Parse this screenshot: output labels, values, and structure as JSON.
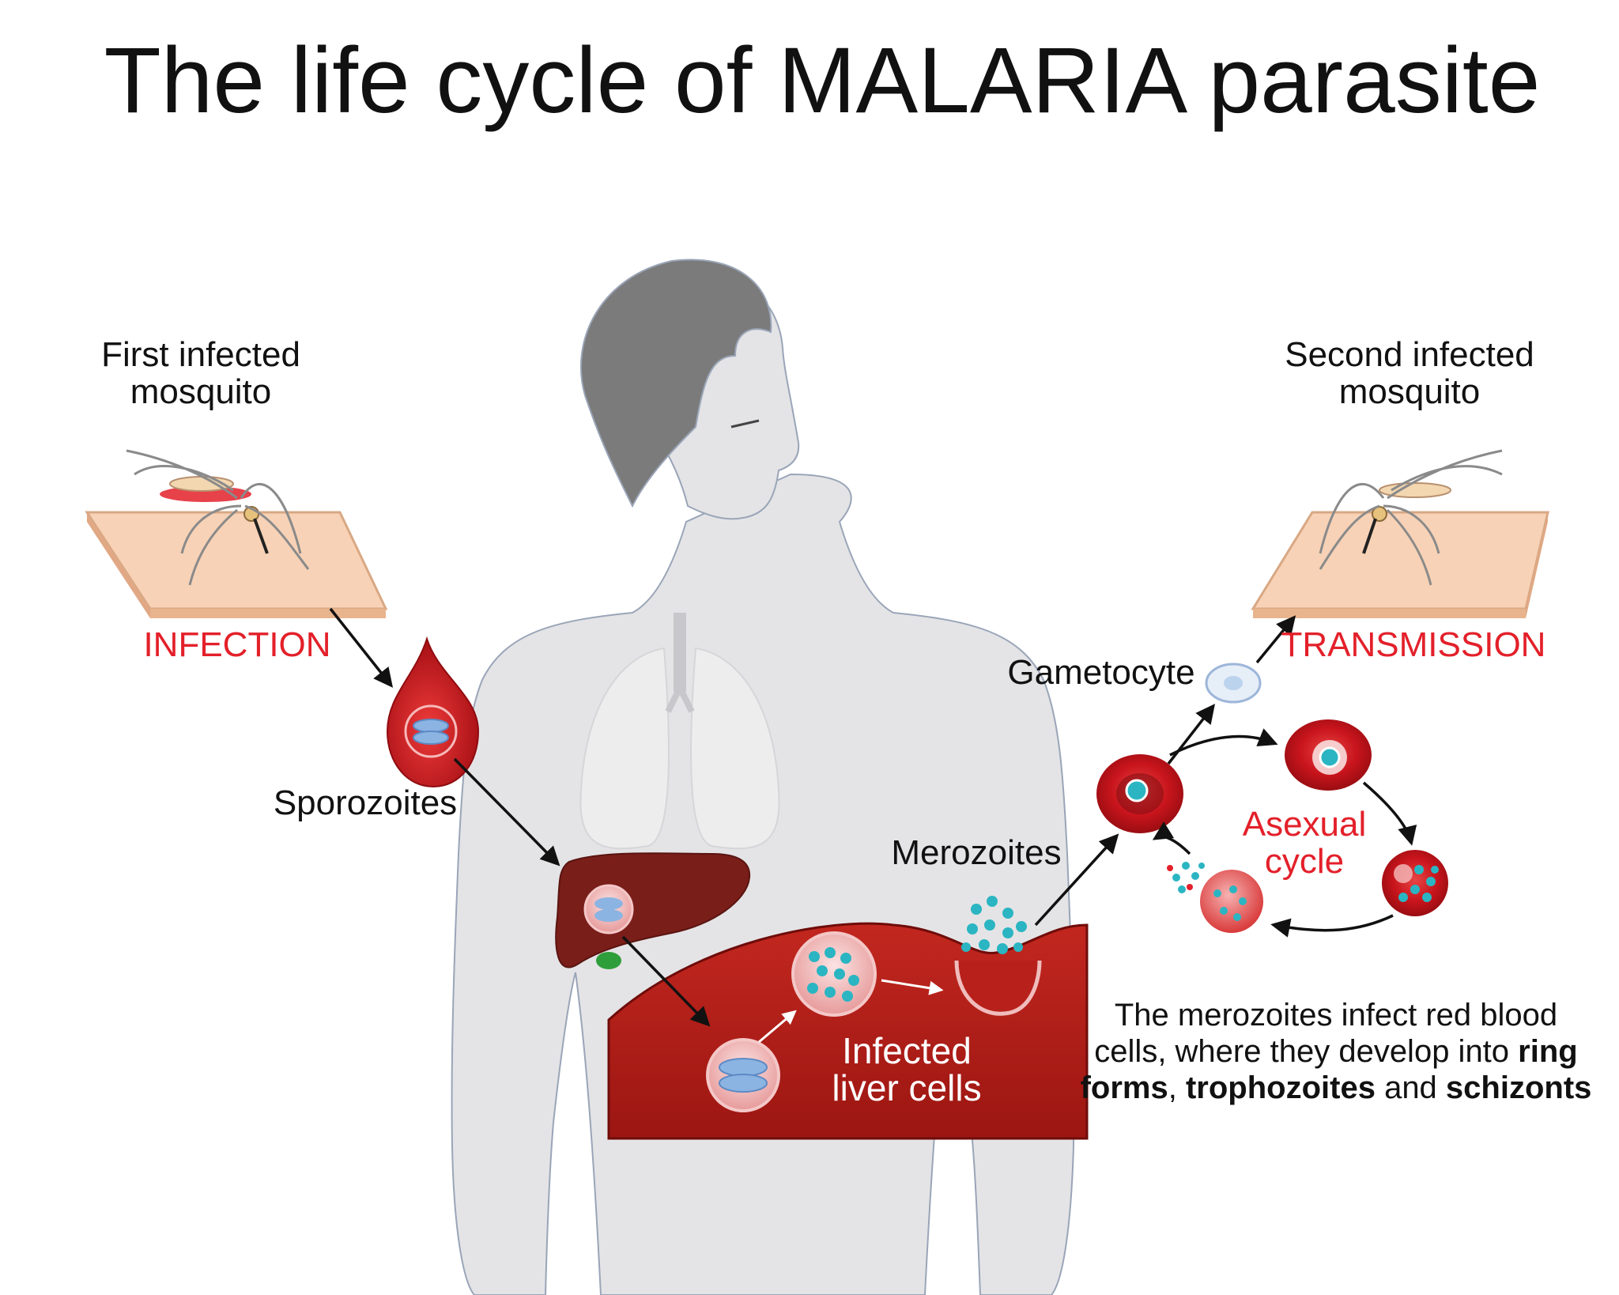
{
  "title": "The life cycle of MALARIA parasite",
  "labels": {
    "first_mosquito_line1": "First infected",
    "first_mosquito_line2": "mosquito",
    "second_mosquito_line1": "Second infected",
    "second_mosquito_line2": "mosquito",
    "infection": "INFECTION",
    "transmission": "TRANSMISSION",
    "sporozoites": "Sporozoites",
    "merozoites": "Merozoites",
    "gametocyte": "Gametocyte",
    "asexual_line1": "Asexual",
    "asexual_line2": "cycle",
    "infected_liver_line1": "Infected",
    "infected_liver_line2": "liver cells"
  },
  "description": {
    "line1": "The merozoites infect red blood",
    "line2_plain": "cells, where they develop into ",
    "line2_bold": "ring",
    "line3_bold1": "forms",
    "line3_sep": ", ",
    "line3_bold2": "trophozoites",
    "line3_and": " and ",
    "line3_bold3": "schizonts"
  },
  "colors": {
    "accent_red": "#e3202a",
    "blood_red": "#b01e1e",
    "liver_brown": "#7a1e1a",
    "merozoite_teal": "#2bb5c2",
    "skin": "#f8d2b6",
    "body_gray": "#e4e4e6",
    "hair_gray": "#7b7b7b"
  },
  "icons": {
    "mosquito": "mosquito-icon",
    "blood_drop": "blood-drop-icon",
    "liver": "liver-icon",
    "red_blood_cell": "red-blood-cell-icon"
  }
}
